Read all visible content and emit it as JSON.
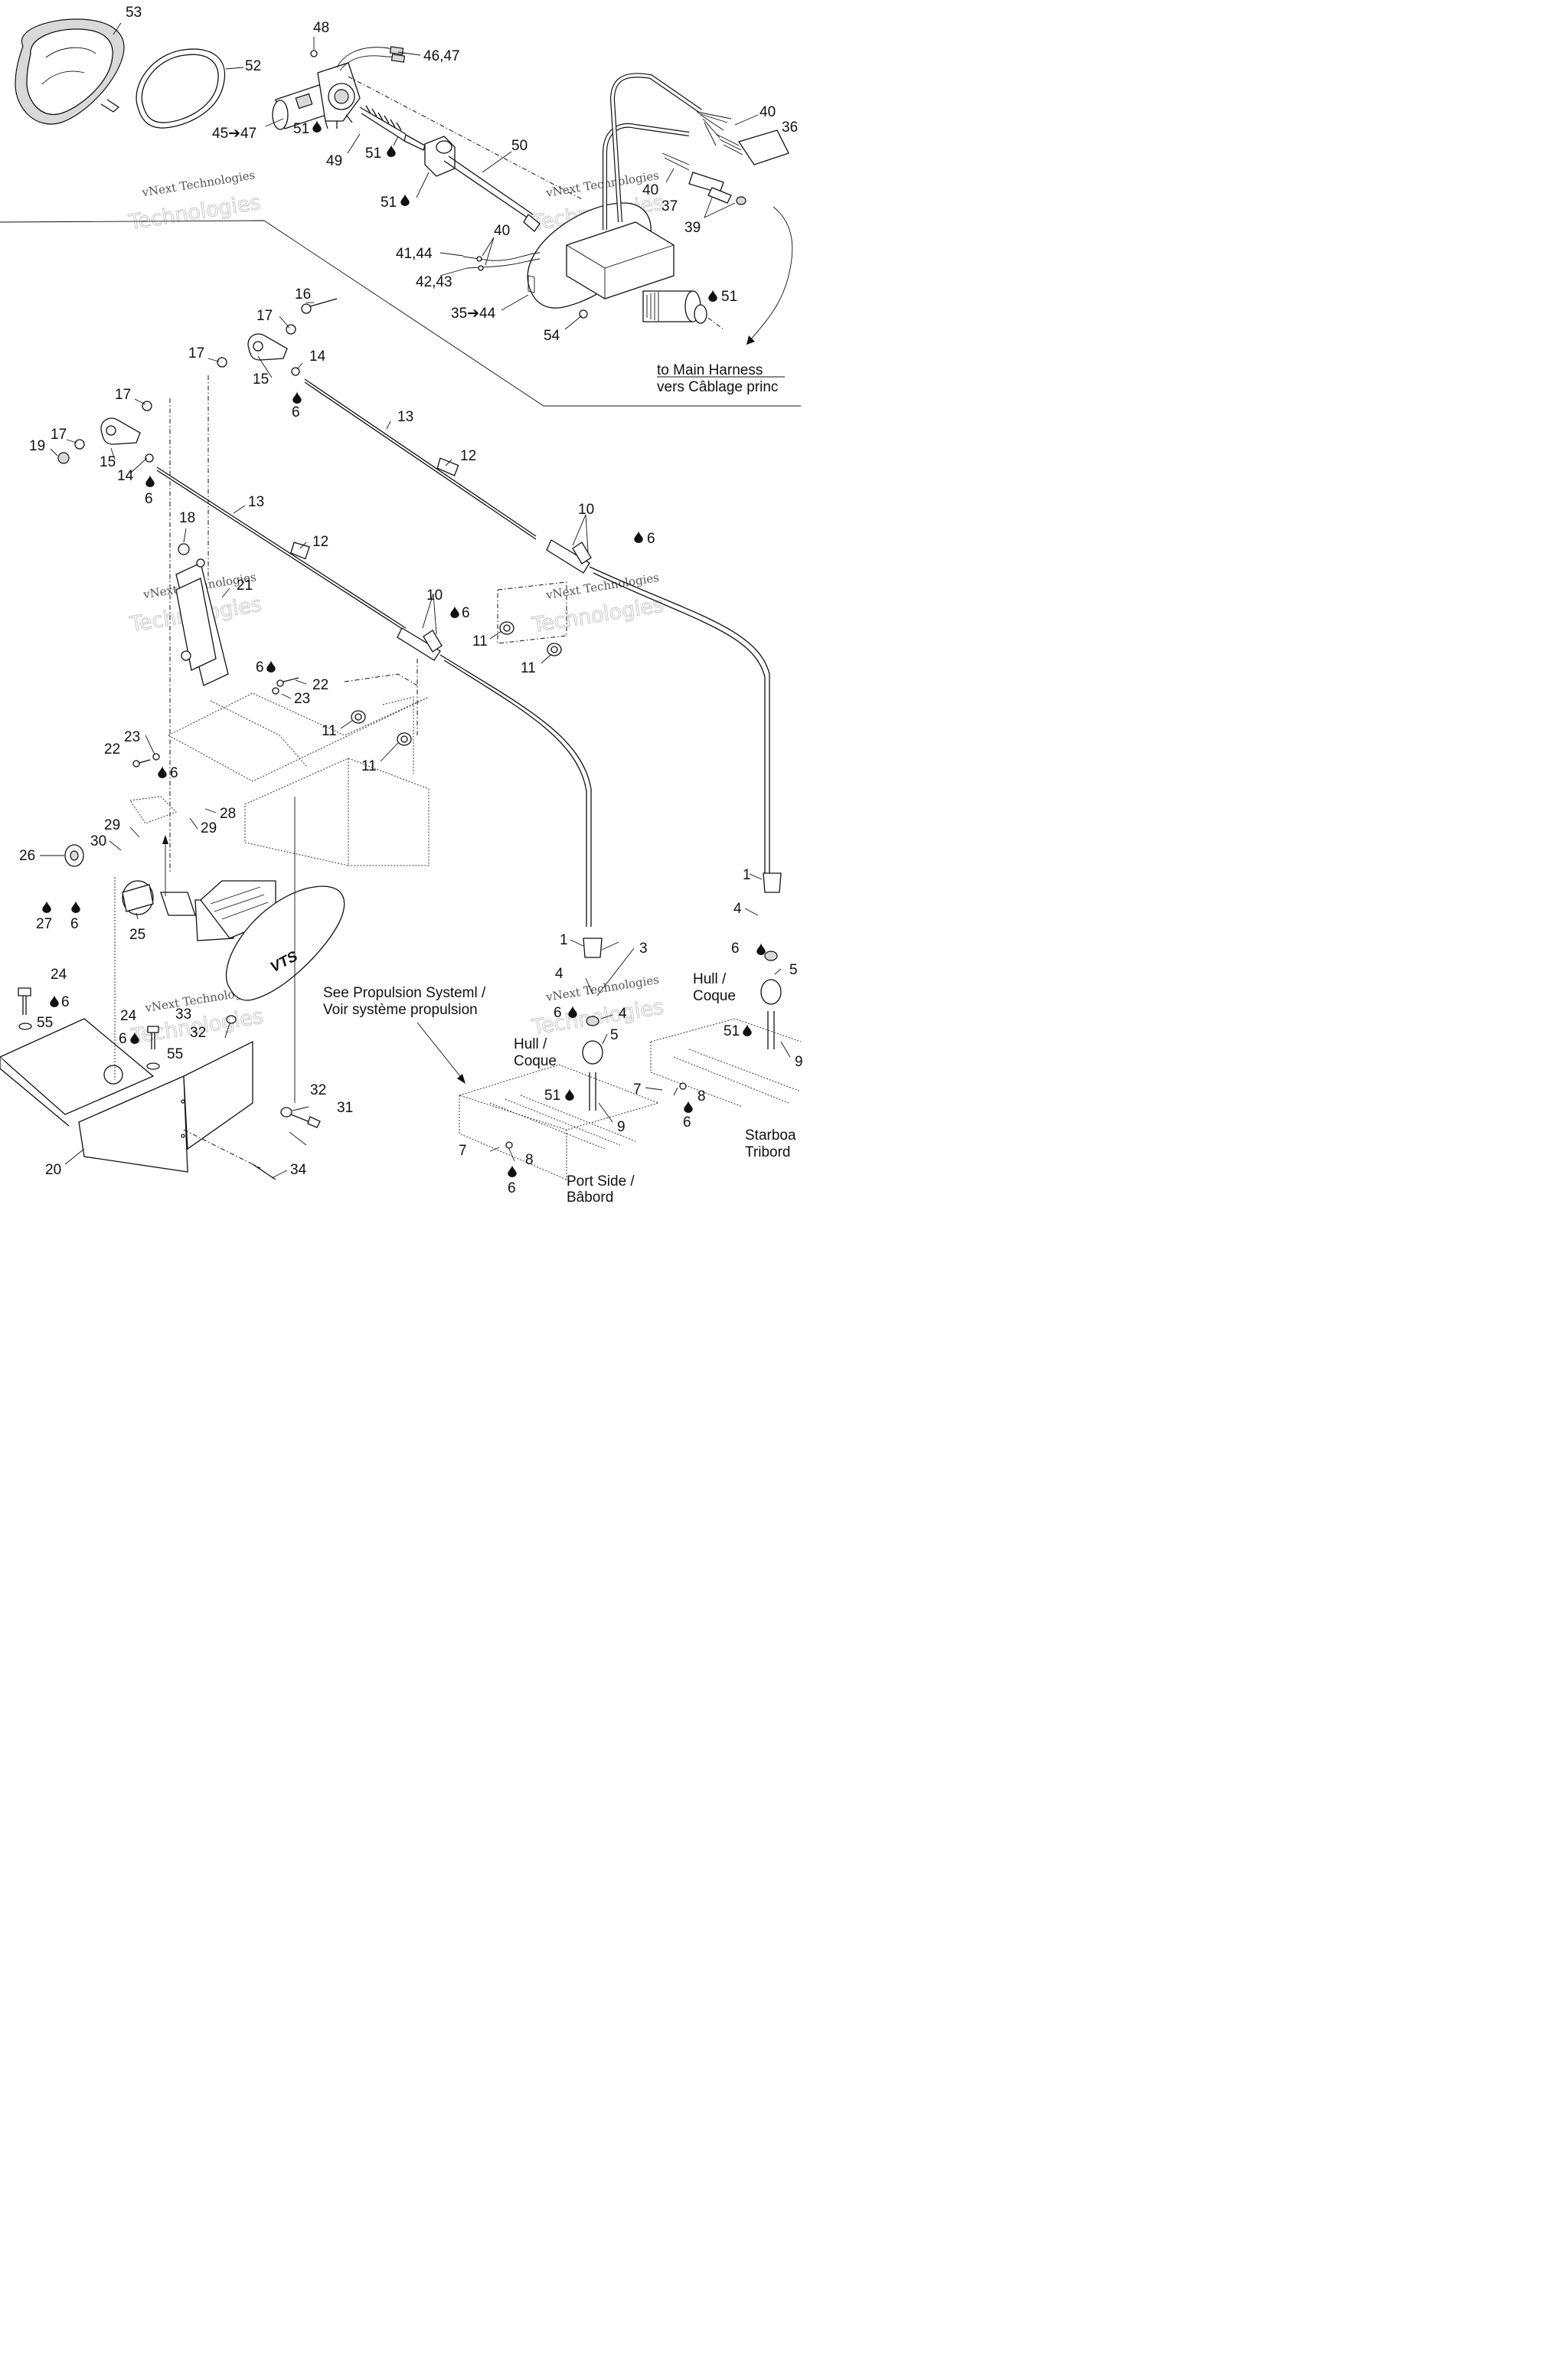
{
  "watermark": {
    "line1": "vNext Technologies",
    "line2": "Technologies"
  },
  "callouts": {
    "c53": "53",
    "c52": "52",
    "c48": "48",
    "c4647": "46,47",
    "c4547": "45➔47",
    "c51a": "51",
    "c49": "49",
    "c51b": "51",
    "c50": "50",
    "c51c": "51",
    "c40a": "40",
    "c36": "36",
    "c40b": "40",
    "c37": "37",
    "c39": "39",
    "c40c": "40",
    "c4144": "41,44",
    "c4243": "42,43",
    "c3544": "35➔44",
    "c54": "54",
    "c51d": "51",
    "c16": "16",
    "c17a": "17",
    "c17b": "17",
    "c15a": "15",
    "c14a": "14",
    "c6a": "6",
    "c17c": "17",
    "c17d": "17",
    "c19": "19",
    "c15b": "15",
    "c14b": "14",
    "c6b": "6",
    "c13a": "13",
    "c12a": "12",
    "c13b": "13",
    "c12b": "12",
    "c18": "18",
    "c21": "21",
    "c10a": "10",
    "c6c": "6",
    "c10b": "10",
    "c6d": "6",
    "c11a": "11",
    "c11b": "11",
    "c11c": "11",
    "c11d": "11",
    "c6e": "6",
    "c22a": "22",
    "c23a": "23",
    "c23b": "23",
    "c22b": "22",
    "c6f": "6",
    "c28": "28",
    "c29a": "29",
    "c29b": "29",
    "c30": "30",
    "c26": "26",
    "c27": "27",
    "c6g": "6",
    "c25": "25",
    "c24a": "24",
    "c6h": "6",
    "c55a": "55",
    "c24b": "24",
    "c6i": "6",
    "c55b": "55",
    "c33": "33",
    "c32a": "32",
    "c32b": "32",
    "c31": "31",
    "c20": "20",
    "c34": "34",
    "c1a": "1",
    "c3": "3",
    "c4a": "4",
    "c6j": "6",
    "c4b": "4",
    "c5a": "5",
    "c51e": "51",
    "c9a": "9",
    "c7a": "7",
    "c8a": "8",
    "c6k": "6",
    "c1b": "1",
    "c4c": "4",
    "c6l": "6",
    "c5b": "5",
    "c51f": "51",
    "c7b": "7",
    "c8b": "8",
    "c6m": "6",
    "c9b": "9"
  },
  "labels": {
    "main_harness_en": "to Main Harness",
    "main_harness_fr": "vers Câblage princ",
    "see_prop_1": "See Propulsion Systeml /",
    "see_prop_2": "Voir système propulsion",
    "hull_en_a": "Hull /",
    "hull_fr_a": "Coque",
    "hull_en_b": "Hull /",
    "hull_fr_b": "Coque",
    "port_en": "Port Side /",
    "port_fr": "Bâbord",
    "starboard_en": "Starboa",
    "starboard_fr": "Tribord",
    "vts_logo": "VTS"
  }
}
